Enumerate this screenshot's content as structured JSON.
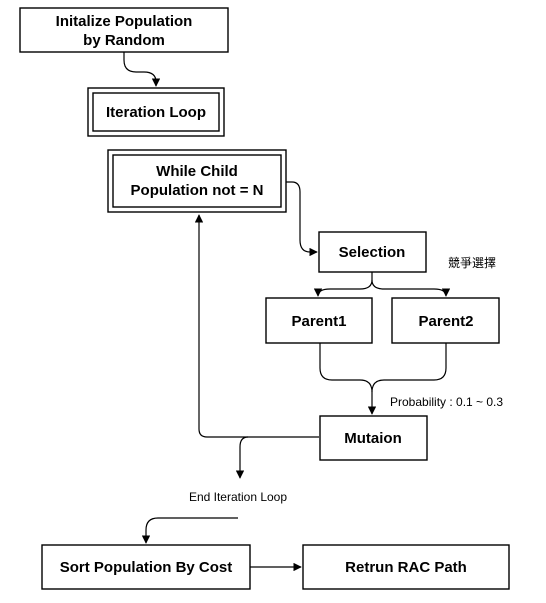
{
  "nodes": {
    "init": {
      "line1": "Initalize Population",
      "line2": "by Random"
    },
    "iteration_loop": {
      "label": "Iteration Loop"
    },
    "while_child": {
      "line1": "While Child",
      "line2": "Population not  = N"
    },
    "selection": {
      "label": "Selection"
    },
    "parent1": {
      "label": "Parent1"
    },
    "parent2": {
      "label": "Parent2"
    },
    "mutation": {
      "label": "Mutaion"
    },
    "sort": {
      "label": "Sort Population By Cost"
    },
    "return": {
      "label": "Retrun RAC Path"
    }
  },
  "annotations": {
    "selection_note": "競爭選擇",
    "probability": "Probability : 0.1 ~ 0.3",
    "end_loop": "End Iteration Loop"
  },
  "edges": [
    {
      "from": "init",
      "to": "iteration_loop"
    },
    {
      "from": "while_child",
      "to": "selection"
    },
    {
      "from": "selection",
      "to": "parent1"
    },
    {
      "from": "selection",
      "to": "parent2"
    },
    {
      "from": "parent1",
      "to": "mutation"
    },
    {
      "from": "parent2",
      "to": "mutation"
    },
    {
      "from": "mutation",
      "to": "while_child"
    },
    {
      "from": "mutation",
      "to": "end_loop"
    },
    {
      "from": "end_loop",
      "to": "sort"
    },
    {
      "from": "sort",
      "to": "return"
    }
  ]
}
